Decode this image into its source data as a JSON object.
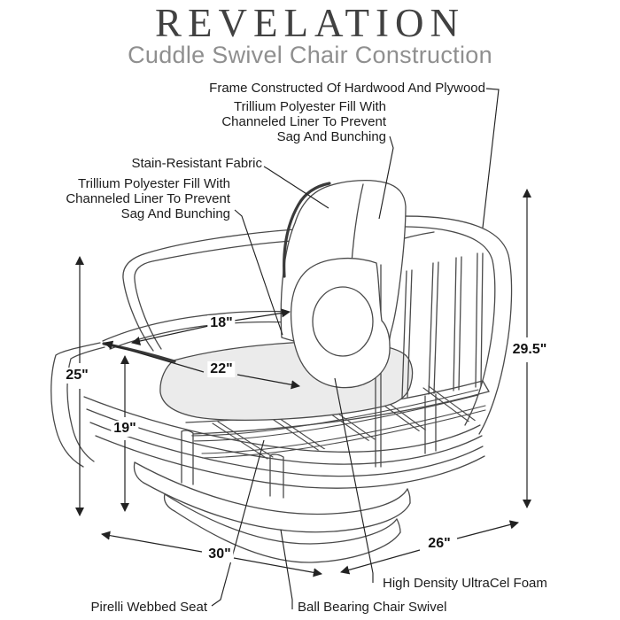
{
  "header": {
    "brand": "REVELATION",
    "subtitle": "Cuddle Swivel Chair Construction"
  },
  "callouts": {
    "frame": "Frame Constructed Of Hardwood And Plywood",
    "trillium_right": [
      "Trillium Polyester Fill With",
      "Channeled Liner To Prevent",
      "Sag And Bunching"
    ],
    "stain": "Stain-Resistant Fabric",
    "trillium_left": [
      "Trillium Polyester Fill With",
      "Channeled Liner To Prevent",
      "Sag And Bunching"
    ],
    "foam": "High Density UltraCel Foam",
    "swivel": "Ball Bearing Chair Swivel",
    "pirelli": "Pirelli Webbed Seat"
  },
  "dimensions": {
    "seat_back_width": "18\"",
    "seat_depth": "22\"",
    "seat_frame_height": "25\"",
    "lower_frame_height": "19\"",
    "overall_height": "29.5\"",
    "overall_width": "30\"",
    "overall_depth": "26\""
  },
  "colors": {
    "title": "#414141",
    "subtitle": "#8f8f8f",
    "text": "#1c1c1c",
    "chair_line": "#4a4a4a",
    "annotation_line": "#222222",
    "cushion_fill": "#ebebeb"
  }
}
